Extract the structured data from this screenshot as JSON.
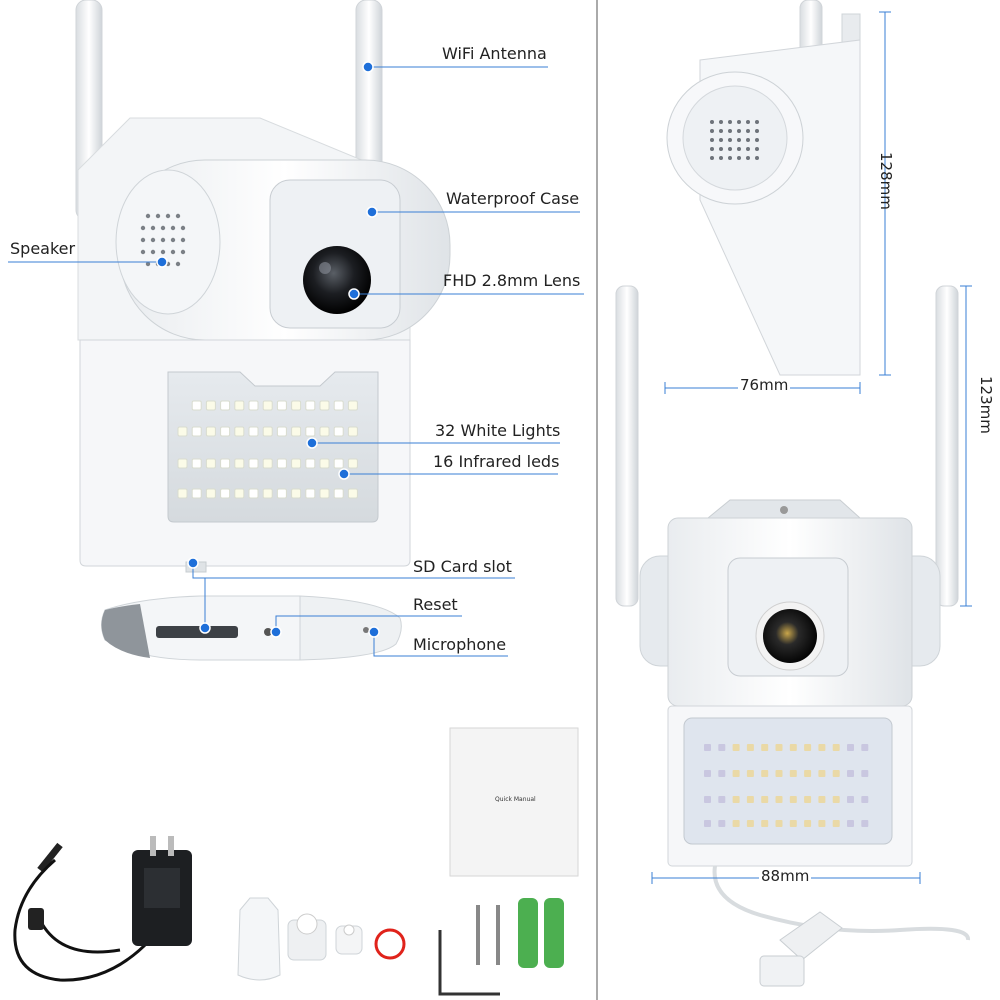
{
  "labels": {
    "wifi_antenna": "WiFi Antenna",
    "waterproof_case": "Waterproof Case",
    "speaker": "Speaker",
    "lens": "FHD 2.8mm Lens",
    "white_lights": "32 White Lights",
    "infrared_leds": "16 Infrared leds",
    "sd_card_slot": "SD Card slot",
    "reset": "Reset",
    "microphone": "Microphone"
  },
  "dimensions": {
    "height_top": "128mm",
    "width_top": "76mm",
    "height_front": "123mm",
    "width_front": "88mm"
  },
  "manual": {
    "title": "Quick Manual"
  },
  "colors": {
    "accent_blue": "#1e6fd9",
    "line_blue": "#3a7fd5",
    "screw_green": "#4caf50"
  }
}
